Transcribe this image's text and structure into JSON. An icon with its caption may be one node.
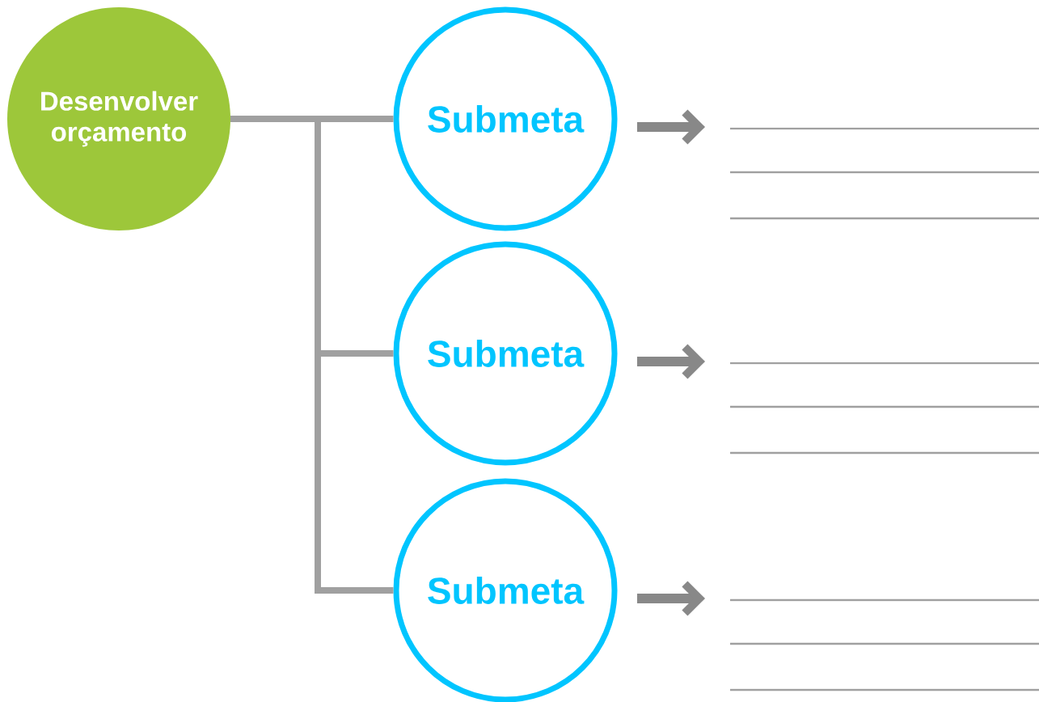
{
  "diagram": {
    "nodes": [
      {
        "text": [
          "Desenvolver orçamento"
        ]
      },
      {
        "text": [
          "Submeta"
        ]
      },
      {
        "text": [
          "Submeta"
        ]
      },
      {
        "text": [
          "Submeta"
        ]
      }
    ],
    "edges": [
      {
        "from": 0,
        "to": 1,
        "arrow": "none"
      },
      {
        "from": 0,
        "to": 2,
        "arrow": "none"
      },
      {
        "from": 0,
        "to": 3,
        "arrow": "none"
      }
    ]
  }
}
